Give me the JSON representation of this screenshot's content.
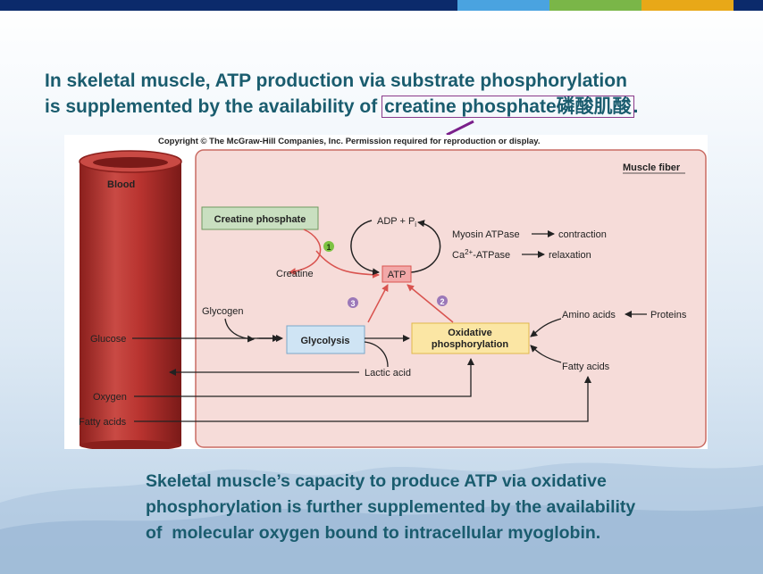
{
  "header": {
    "line1": "In skeletal muscle, ATP production via substrate phosphorylation",
    "line2_prefix": "is supplemented by the availability of ",
    "line2_highlight": "creatine phosphate磷酸肌酸",
    "line2_suffix": "."
  },
  "figure": {
    "copyright": "Copyright © The McGraw-Hill Companies, Inc. Permission required for reproduction or display.",
    "blood_label": "Blood",
    "muscle_label": "Muscle fiber",
    "creatine_phosphate": "Creatine phosphate",
    "creatine": "Creatine",
    "adp": "ADP + P",
    "adp_sub": "i",
    "atp": "ATP",
    "myosin": "Myosin ATPase",
    "contraction": "contraction",
    "ca_prefix": "Ca",
    "ca_sup": "2+",
    "ca_suffix": "-ATPase",
    "relaxation": "relaxation",
    "glycogen": "Glycogen",
    "glucose": "Glucose",
    "glycolysis": "Glycolysis",
    "oxidative_line1": "Oxidative",
    "oxidative_line2": "phosphorylation",
    "amino_acids": "Amino acids",
    "proteins": "Proteins",
    "fatty_acids_cell": "Fatty acids",
    "lactic_acid": "Lactic acid",
    "oxygen": "Oxygen",
    "fatty_acids_blood": "Fatty acids",
    "badge1": "1",
    "badge2": "2",
    "badge3": "3"
  },
  "footer": {
    "line1": "Skeletal muscle’s capacity to produce ATP via oxidative",
    "line2": "phosphorylation is further supplemented by the availability",
    "line3": "of  molecular oxygen bound to intracellular myoglobin."
  },
  "colors": {
    "bar_navy": "#0b2a6b",
    "bar_blue": "#4aa3e0",
    "bar_green": "#7ab648",
    "bar_gold": "#e8a818",
    "text_teal": "#1a5c6e",
    "muscle_fill": "#f6dcd9",
    "blood_red": "#b8332f",
    "creatine_box": "#c9dfc0",
    "glycolysis_box": "#cfe4f4",
    "oxidative_box": "#fbe6a4",
    "atp_box": "#f2a8a8",
    "badge_green": "#7cc242",
    "badge_purple": "#9b78b8",
    "arrow_red": "#d9534f"
  }
}
